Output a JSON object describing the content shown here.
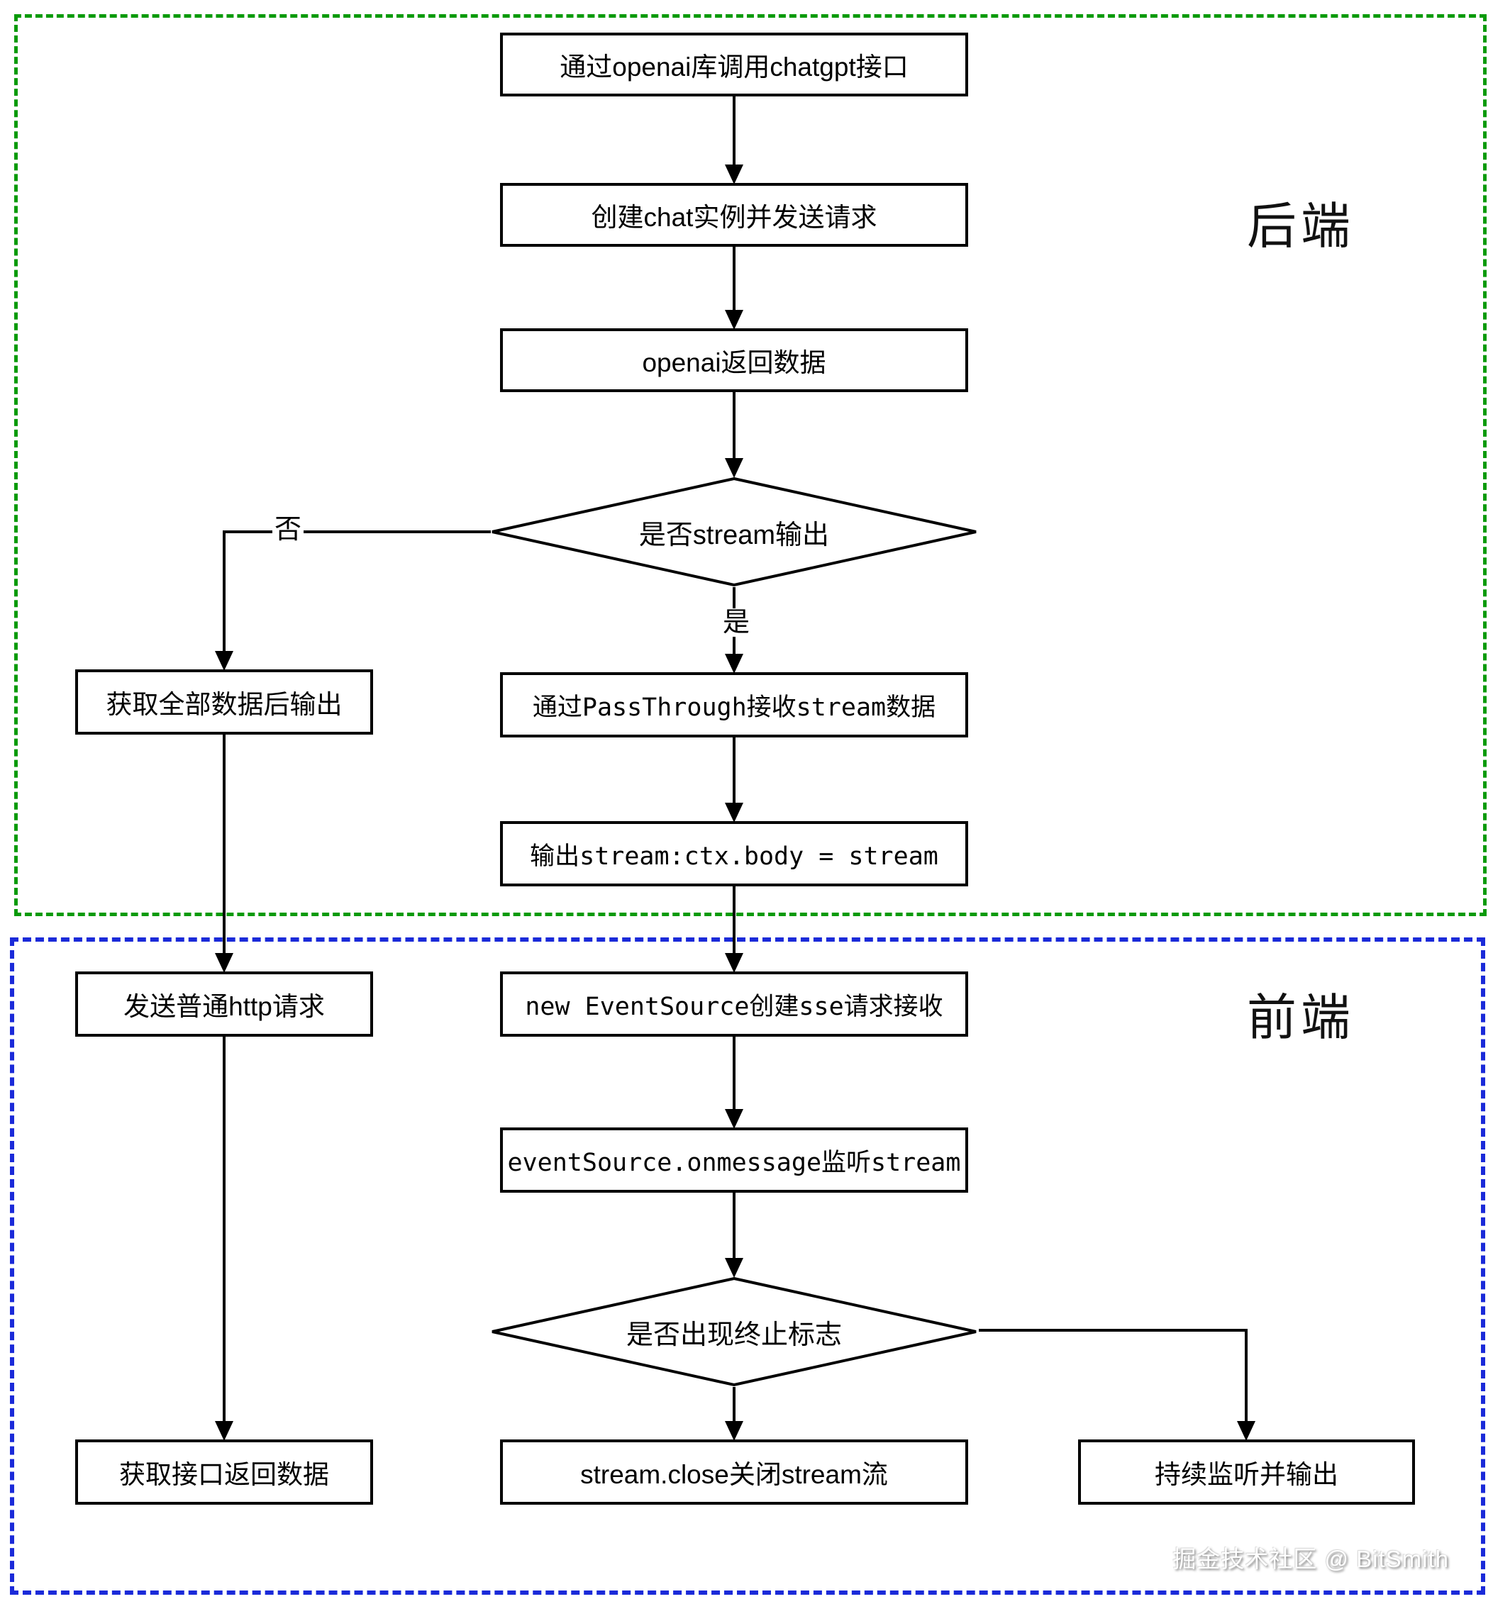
{
  "diagram": {
    "backend": {
      "label": "后端"
    },
    "frontend": {
      "label": "前端"
    },
    "nodes": {
      "callApi": "通过openai库调用chatgpt接口",
      "createChat": "创建chat实例并发送请求",
      "openaiReturn": "openai返回数据",
      "isStream": "是否stream输出",
      "getAllOutput": "获取全部数据后输出",
      "passThrough": "通过PassThrough接收stream数据",
      "outputStream": "输出stream:ctx.body = stream",
      "sendHttp": "发送普通http请求",
      "newEventSource": "new EventSource创建sse请求接收",
      "onMessage": "eventSource.onmessage监听stream",
      "isEndFlag": "是否出现终止标志",
      "getApiData": "获取接口返回数据",
      "streamClose": "stream.close关闭stream流",
      "keepListening": "持续监听并输出"
    },
    "edgeLabels": {
      "no": "否",
      "yes": "是"
    },
    "watermark": "掘金技术社区 @ BitSmith",
    "colors": {
      "backendBorder": "#0a9a0a",
      "frontendBorder": "#1a2ad9",
      "line": "#000000",
      "nodeFill": "#ffffff"
    }
  }
}
